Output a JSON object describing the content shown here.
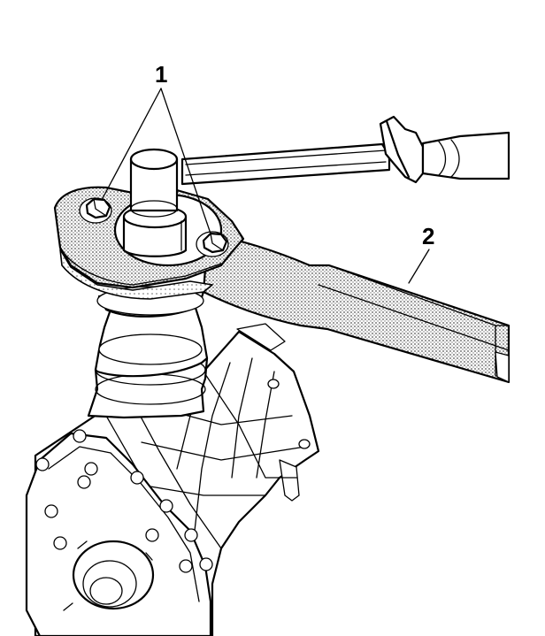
{
  "callouts": [
    {
      "id": "1",
      "label": "1"
    },
    {
      "id": "2",
      "label": "2"
    }
  ],
  "colors": {
    "line": "#000000",
    "fill": "#ffffff",
    "stipple_dot": "#555555"
  },
  "icons": [
    "wrench-icon",
    "torque-wrench-icon",
    "pinion-flange-icon",
    "differential-housing-icon"
  ]
}
